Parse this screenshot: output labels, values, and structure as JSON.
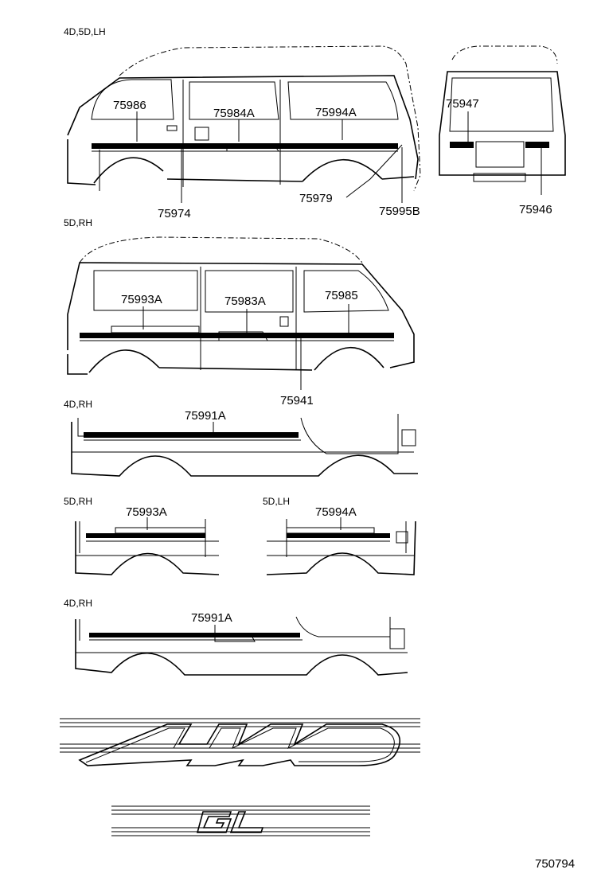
{
  "sections": {
    "s1": "4D,5D,LH",
    "s2": "5D,RH",
    "s3": "4D,RH",
    "s4a": "5D,RH",
    "s4b": "5D,LH",
    "s5": "4D,RH"
  },
  "parts": {
    "p75986": "75986",
    "p75984A": "75984A",
    "p75994A": "75994A",
    "p75974": "75974",
    "p75979": "75979",
    "p75995B": "75995B",
    "p75947": "75947",
    "p75946": "75946",
    "p75993A": "75993A",
    "p75983A": "75983A",
    "p75985": "75985",
    "p75941": "75941",
    "p75991A": "75991A",
    "p75993A_b": "75993A",
    "p75994A_b": "75994A",
    "p75991A_b": "75991A"
  },
  "emblems": {
    "gl": "GL",
    "fourwd": "4WD"
  },
  "diagram_id": "750794"
}
